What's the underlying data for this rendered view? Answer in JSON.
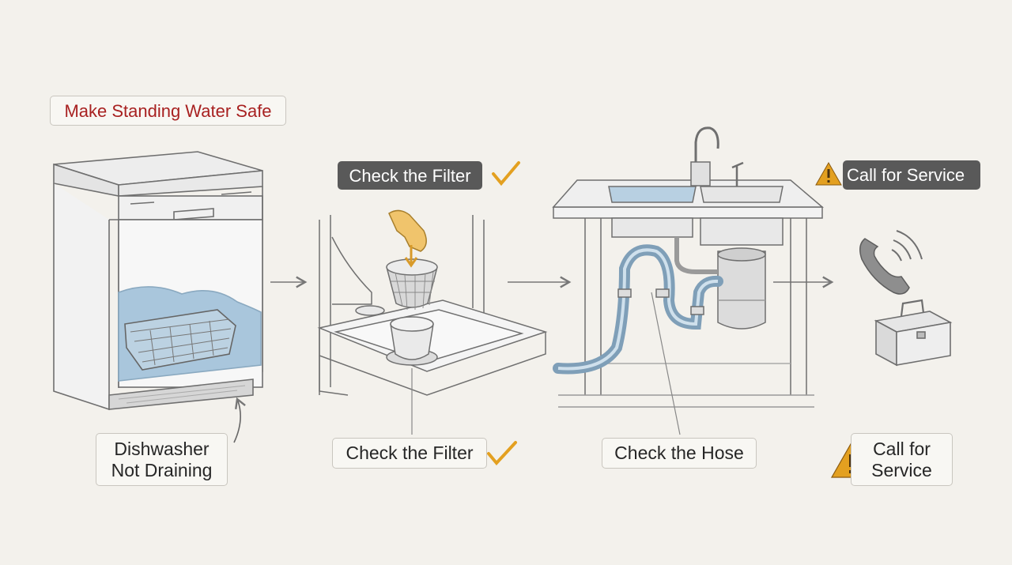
{
  "title": "Make Standing Water Safe",
  "steps": [
    {
      "label_line1": "Dishwasher",
      "label_line2": "Not Draining"
    },
    {
      "label": "Check the Filter",
      "header": "Check the Filter"
    },
    {
      "label": "Check the Hose"
    },
    {
      "label_line1": "Call for",
      "label_line2": "Service",
      "header": "Call for Service"
    }
  ],
  "icons": [
    "checkmark-icon",
    "warning-icon",
    "phone-icon",
    "toolbox-icon",
    "arrow-right-icon"
  ],
  "colors": {
    "background": "#f3f1ec",
    "title_text": "#a82121",
    "header_badge": "#595959",
    "check": "#e3a020",
    "warning": "#e3a020",
    "water": "#a9c6dc",
    "hose": "#7f9fb8"
  }
}
